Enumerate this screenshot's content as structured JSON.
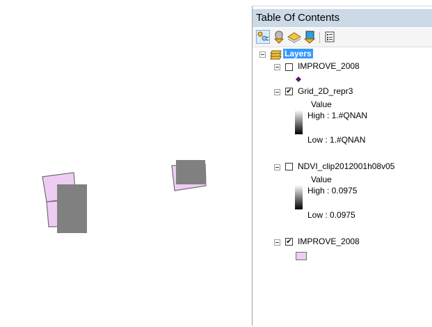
{
  "toc": {
    "title": "Table Of Contents",
    "toolbar": [
      {
        "name": "list-by-drawing-order-icon",
        "selected": true
      },
      {
        "name": "list-by-source-icon"
      },
      {
        "name": "list-by-visibility-icon"
      },
      {
        "name": "list-by-selection-icon"
      },
      {
        "name": "options-icon"
      }
    ],
    "root": "Layers",
    "layers": [
      {
        "name": "IMPROVE_2008",
        "checked": false,
        "symbol": "point"
      },
      {
        "name": "Grid_2D_repr3",
        "checked": true,
        "field": "Value",
        "high": "High : 1.#QNAN",
        "low": "Low : 1.#QNAN"
      },
      {
        "name": "NDVI_clip2012001h08v05",
        "checked": false,
        "field": "Value",
        "high": "High : 0.0975",
        "low": "Low : 0.0975"
      },
      {
        "name": "IMPROVE_2008",
        "checked": true,
        "symbol": "polygon"
      }
    ]
  },
  "colors": {
    "polygon_fill": "#eecdf3",
    "polygon_outline": "#6e6e6e",
    "raster": "#808080",
    "point": "#5a1070",
    "selection": "#3399ff"
  }
}
